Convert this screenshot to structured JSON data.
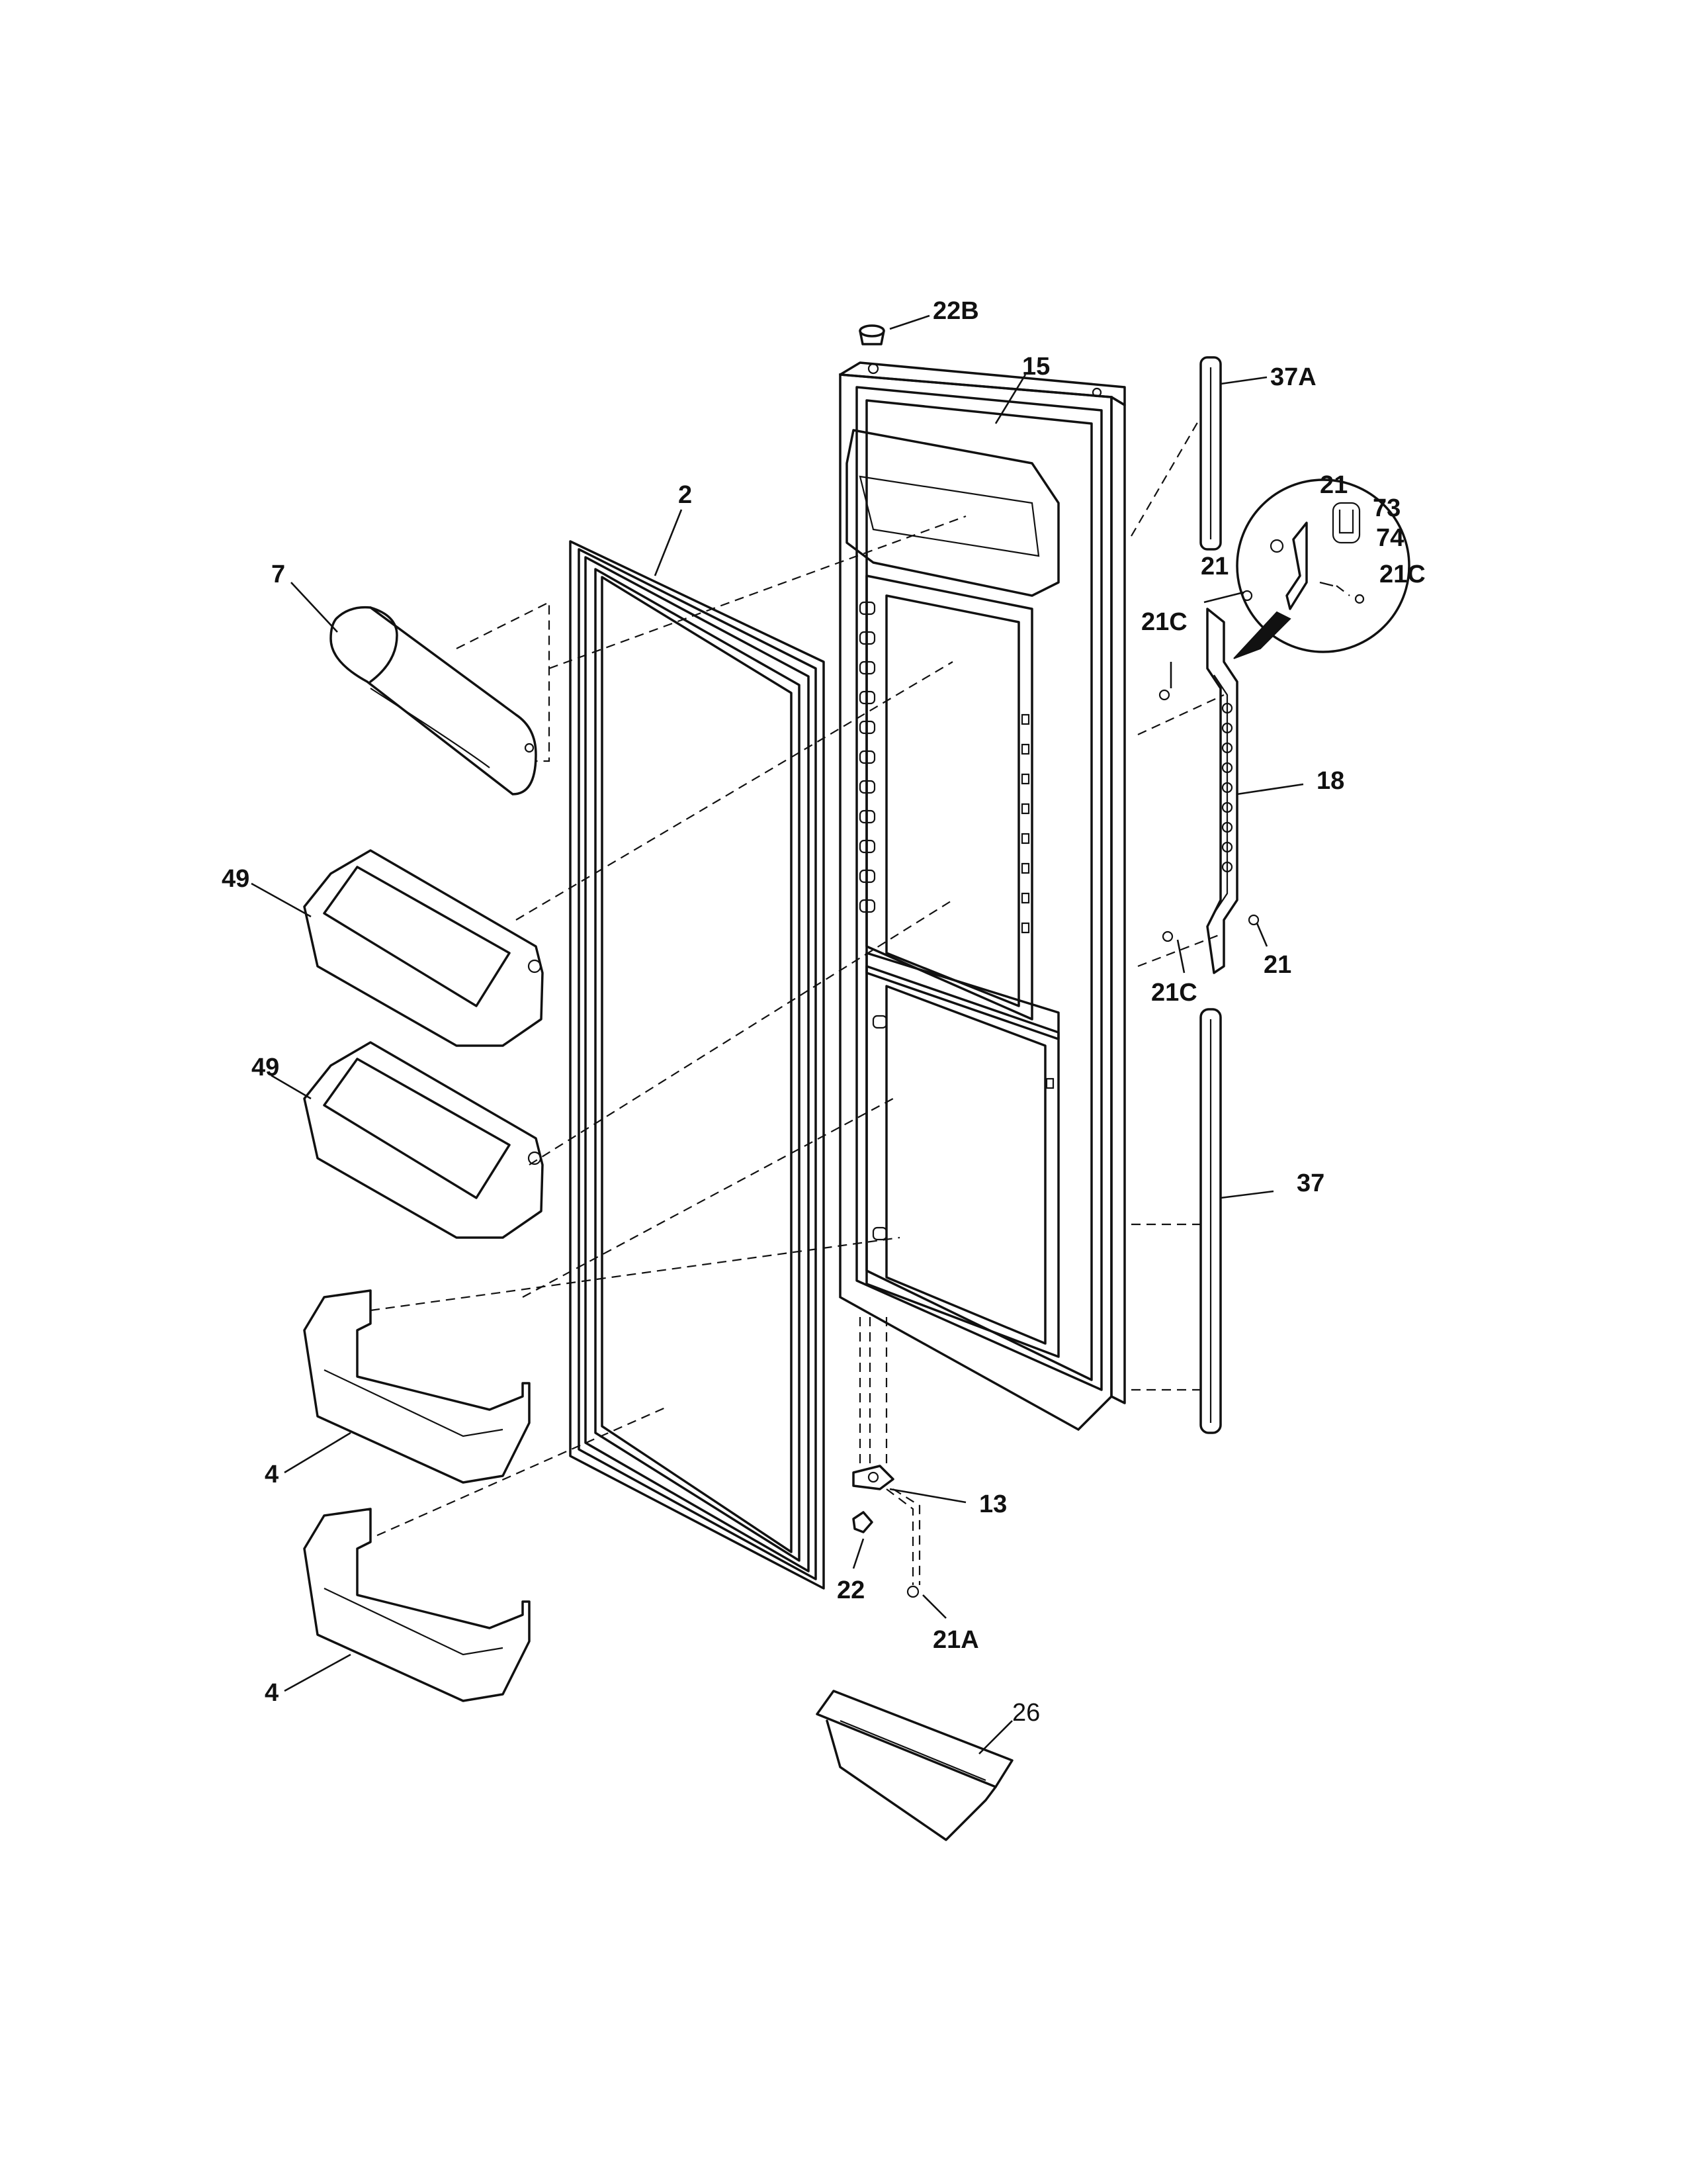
{
  "diagram": {
    "callouts": {
      "c22b": "22B",
      "c15": "15",
      "c37a": "37A",
      "c2": "2",
      "c7": "7",
      "c21_top": "21",
      "c73": "73",
      "c74": "74",
      "c21c_inset": "21C",
      "c21_mid": "21",
      "c21c_upper": "21C",
      "c18": "18",
      "c49_a": "49",
      "c21_lower": "21",
      "c21c_lower": "21C",
      "c49_b": "49",
      "c37": "37",
      "c4_a": "4",
      "c13": "13",
      "c22": "22",
      "c21a": "21A",
      "c4_b": "4",
      "c26": "26"
    }
  }
}
